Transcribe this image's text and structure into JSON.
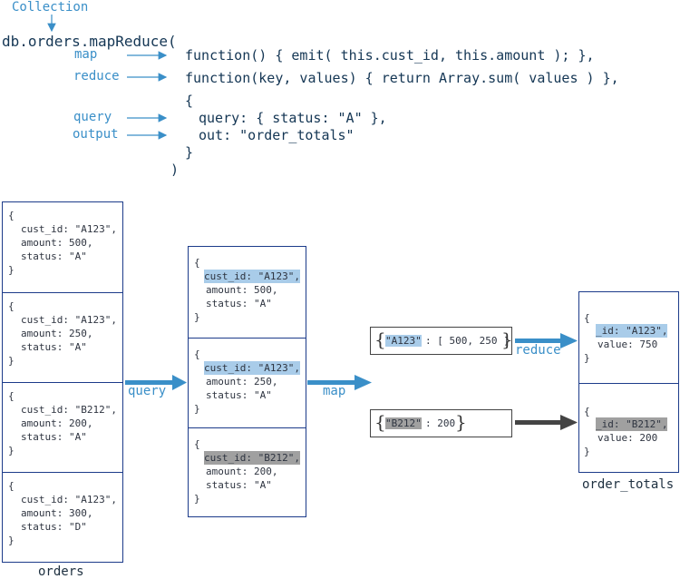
{
  "top": {
    "collection_label": "Collection",
    "call_line": "db.orders.mapReduce(",
    "labels": {
      "map": "map",
      "reduce": "reduce",
      "query": "query",
      "output": "output"
    },
    "map_fn": "function() { emit( this.cust_id, this.amount ); },",
    "reduce_fn": "function(key, values) { return Array.sum( values ) },",
    "open_brace": "{",
    "query_line": "query: { status: \"A\" },",
    "out_line": "out: \"order_totals\"",
    "close_brace": "}",
    "close_paren": ")"
  },
  "orders": {
    "caption": "orders",
    "docs": [
      {
        "open": "{",
        "cust_id": "cust_id: \"A123\",",
        "amount": "amount: 500,",
        "status": "status: \"A\"",
        "close": "}"
      },
      {
        "open": "{",
        "cust_id": "cust_id: \"A123\",",
        "amount": "amount: 250,",
        "status": "status: \"A\"",
        "close": "}"
      },
      {
        "open": "{",
        "cust_id": "cust_id: \"B212\",",
        "amount": "amount: 200,",
        "status": "status: \"A\"",
        "close": "}"
      },
      {
        "open": "{",
        "cust_id": "cust_id: \"A123\",",
        "amount": "amount: 300,",
        "status": "status: \"D\"",
        "close": "}"
      }
    ]
  },
  "filtered": {
    "docs": [
      {
        "open": "{",
        "cust_id": "cust_id: \"A123\",",
        "amount": "amount: 500,",
        "status": "status: \"A\"",
        "close": "}"
      },
      {
        "open": "{",
        "cust_id": "cust_id: \"A123\",",
        "amount": "amount: 250,",
        "status": "status: \"A\"",
        "close": "}"
      },
      {
        "open": "{",
        "cust_id": "cust_id: \"B212\",",
        "amount": "amount: 200,",
        "status": "status: \"A\"",
        "close": "}"
      }
    ]
  },
  "arrows": {
    "query": "query",
    "map": "map",
    "reduce": "reduce"
  },
  "mapped": {
    "a_open": "{",
    "a_key": "\"A123\"",
    "a_rest": ": [ 500, 250 ]",
    "a_close": "}",
    "b_open": "{",
    "b_key": "\"B212\"",
    "b_rest": ": 200",
    "b_close": "}"
  },
  "order_totals": {
    "caption": "order_totals",
    "docs": [
      {
        "open": "{",
        "id": "_id: \"A123\",",
        "value": "value: 750",
        "close": "}"
      },
      {
        "open": "{",
        "id": "_id: \"B212\",",
        "value": "value: 200",
        "close": "}"
      }
    ]
  },
  "colors": {
    "highlight_blue": "#a9cce9",
    "highlight_gray": "#a0a0a0",
    "arrow_blue": "#3a8fc8",
    "arrow_dark": "#444444",
    "box_border": "#1c3b8a"
  }
}
